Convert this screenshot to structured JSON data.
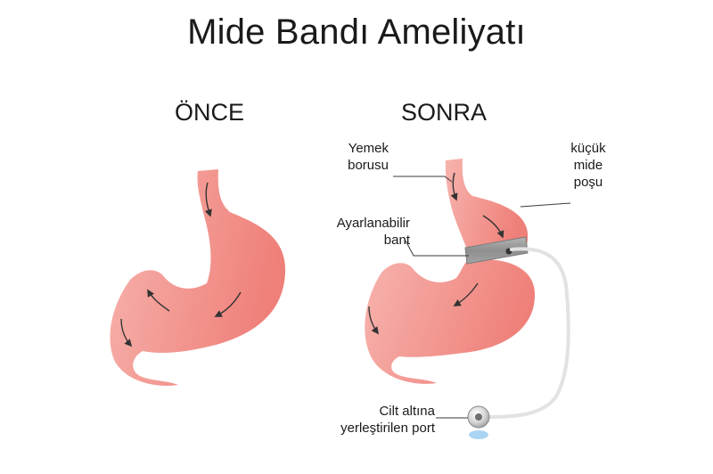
{
  "title": "Mide Bandı Ameliyatı",
  "before_label": "ÖNCE",
  "after_label": "SONRA",
  "labels": {
    "esophagus": [
      "Yemek",
      "borusu"
    ],
    "small_pouch": [
      "küçük",
      "mide",
      "poşu"
    ],
    "band": [
      "Ayarlanabilir",
      "bant"
    ],
    "port": [
      "Cilt altına",
      "yerleştirilen port"
    ]
  },
  "colors": {
    "stomach_light": "#f7b3ad",
    "stomach_dark": "#ef7f79",
    "band": "#9a9a9a",
    "tube": "#e2e2e2",
    "leader_line": "#3a3a3a",
    "port_glow": "#8fc6ef"
  }
}
